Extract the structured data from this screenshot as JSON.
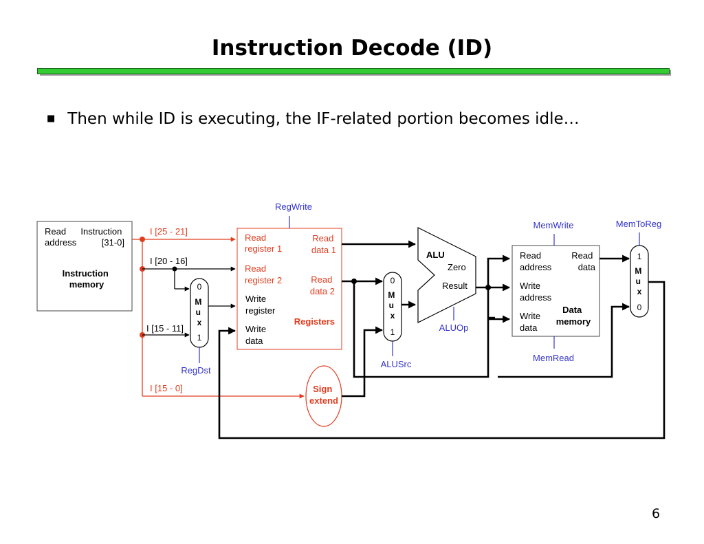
{
  "slide": {
    "title": "Instruction Decode (ID)",
    "bullet": "Then while ID is executing, the IF-related portion becomes idle…",
    "page_number": "6"
  },
  "colors": {
    "title_bar": "#33cc33",
    "idle_path": "#e03c1e",
    "control_signal": "#3333cc",
    "datapath": "#000000"
  },
  "diagram": {
    "instruction_memory": {
      "read_address": [
        "Read",
        "address"
      ],
      "instruction": [
        "Instruction",
        "[31-0]"
      ],
      "name": [
        "Instruction",
        "memory"
      ]
    },
    "fields": {
      "rs": "I [25 - 21]",
      "rt": "I [20 - 16]",
      "rd": "I [15 - 11]",
      "imm": "I [15 - 0]"
    },
    "registers": {
      "read_register_1": [
        "Read",
        "register 1"
      ],
      "read_register_2": [
        "Read",
        "register 2"
      ],
      "write_register": [
        "Write",
        "register"
      ],
      "write_data": [
        "Write",
        "data"
      ],
      "read_data_1": [
        "Read",
        "data 1"
      ],
      "read_data_2": [
        "Read",
        "data 2"
      ],
      "name": "Registers"
    },
    "mux_regdst": {
      "top": "0",
      "letters": [
        "M",
        "u",
        "x"
      ],
      "bottom": "1"
    },
    "mux_alusrc": {
      "top": "0",
      "letters": [
        "M",
        "u",
        "x"
      ],
      "bottom": "1"
    },
    "mux_memtoreg": {
      "top": "1",
      "letters": [
        "M",
        "u",
        "x"
      ],
      "bottom": "0"
    },
    "alu": {
      "name": "ALU",
      "zero": "Zero",
      "result": "Result"
    },
    "data_memory": {
      "read_address": [
        "Read",
        "address"
      ],
      "read_data": [
        "Read",
        "data"
      ],
      "write_address": [
        "Write",
        "address"
      ],
      "write_data": [
        "Write",
        "data"
      ],
      "name": [
        "Data",
        "memory"
      ]
    },
    "sign_extend": [
      "Sign",
      "extend"
    ],
    "control": {
      "regwrite": "RegWrite",
      "regdst": "RegDst",
      "alusrc": "ALUSrc",
      "aluop": "ALUOp",
      "memwrite": "MemWrite",
      "memread": "MemRead",
      "memtoreg": "MemToReg"
    }
  }
}
